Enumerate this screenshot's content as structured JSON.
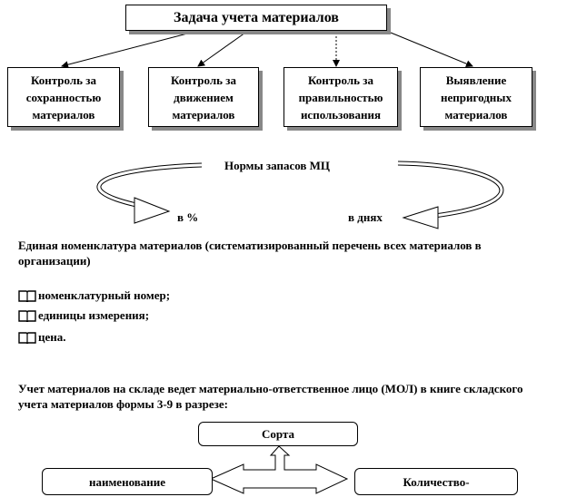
{
  "title": "Задача учета материалов",
  "tasks": [
    "Контроль за сохранностью материалов",
    "Контроль за движением материалов",
    "Контроль за правильностью использования",
    "Выявление непригодных материалов"
  ],
  "norms": {
    "title": "Нормы запасов МЦ",
    "left": "в %",
    "right": "в днях"
  },
  "nomenclature": {
    "heading": "Единая номенклатура материалов (систематизированный перечень всех материалов в организации)",
    "items": [
      "номенклатурный номер;",
      "единицы измерения;",
      "цена."
    ]
  },
  "warehouse": {
    "text": "Учет материалов на складе ведет материально-ответственное лицо (МОЛ) в книге складского  учета материалов формы  3-9 в разрезе:",
    "center": "Сорта",
    "left": "наименование",
    "right": "Количество-"
  }
}
